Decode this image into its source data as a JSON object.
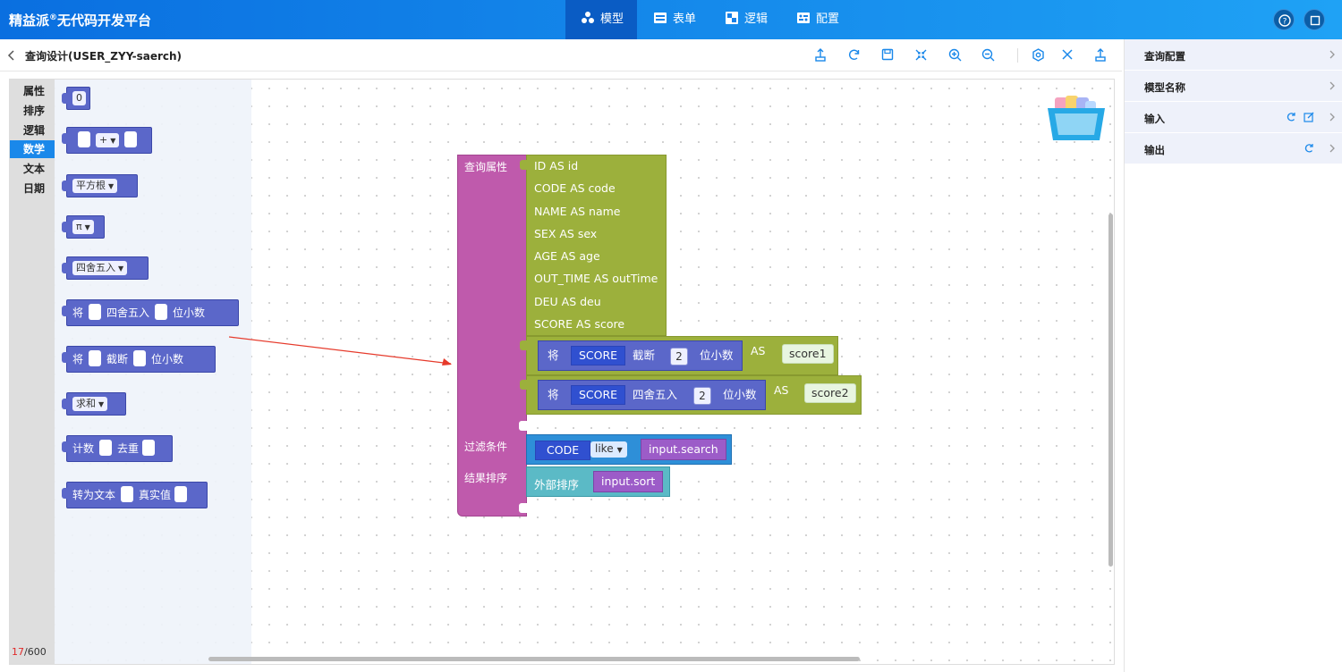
{
  "app": {
    "brand_main": "精益派",
    "brand_reg": "®",
    "brand_rest": "无代码开发平台",
    "accent": "#1a88ea"
  },
  "nav": {
    "tabs": [
      {
        "label": "模型",
        "icon": "model-icon",
        "active": true
      },
      {
        "label": "表单",
        "icon": "form-icon",
        "active": false
      },
      {
        "label": "逻辑",
        "icon": "logic-icon",
        "active": false
      },
      {
        "label": "配置",
        "icon": "config-icon",
        "active": false
      }
    ],
    "right_icons": [
      "help-icon",
      "window-icon"
    ]
  },
  "subheader": {
    "title": "查询设计(USER_ZYY-saerch)",
    "tools": [
      "upload-icon",
      "refresh-icon",
      "save-icon",
      "collapse-icon",
      "zoom-in-icon",
      "zoom-out-icon",
      "settings-icon",
      "close-icon",
      "export-icon"
    ]
  },
  "categories": [
    {
      "label": "属性",
      "selected": false
    },
    {
      "label": "排序",
      "selected": false
    },
    {
      "label": "逻辑",
      "selected": false
    },
    {
      "label": "数学",
      "selected": true
    },
    {
      "label": "文本",
      "selected": false
    },
    {
      "label": "日期",
      "selected": false
    }
  ],
  "counter": {
    "used": "17",
    "total": "/600"
  },
  "flyout": {
    "num_zero": "0",
    "op_plus": "+",
    "sqrt": "平方根",
    "pi": "π",
    "round": "四舍五入",
    "keep_prefix": "将",
    "keep_round": "四舍五入",
    "keep_suffix": "位小数",
    "trunc_prefix": "将",
    "trunc": "截断",
    "trunc_suffix": "位小数",
    "sum": "求和",
    "count": "计数",
    "distinct": "去重",
    "to_text": "转为文本",
    "real_value": "真实值"
  },
  "query": {
    "props_label": "查询属性",
    "fields": [
      "ID AS id",
      "CODE AS code",
      "NAME AS name",
      "SEX AS sex",
      "AGE AS age",
      "OUT_TIME AS outTime",
      "DEU AS deu",
      "SCORE AS score"
    ],
    "expr1": {
      "prefix": "将",
      "field": "SCORE",
      "op": "截断",
      "num": "2",
      "suffix": "位小数",
      "as": "AS",
      "alias": "score1"
    },
    "expr2": {
      "prefix": "将",
      "field": "SCORE",
      "op": "四舍五入",
      "num": "2",
      "suffix": "位小数",
      "as": "AS",
      "alias": "score2"
    },
    "filter_label": "过滤条件",
    "filter": {
      "field": "CODE",
      "op": "like",
      "value": "input.search"
    },
    "sort_label": "结果排序",
    "sort": {
      "label": "外部排序",
      "value": "input.sort"
    }
  },
  "right_panel": {
    "items": [
      {
        "label": "查询配置"
      },
      {
        "label": "模型名称"
      },
      {
        "label": "输入"
      },
      {
        "label": "输出"
      }
    ]
  }
}
